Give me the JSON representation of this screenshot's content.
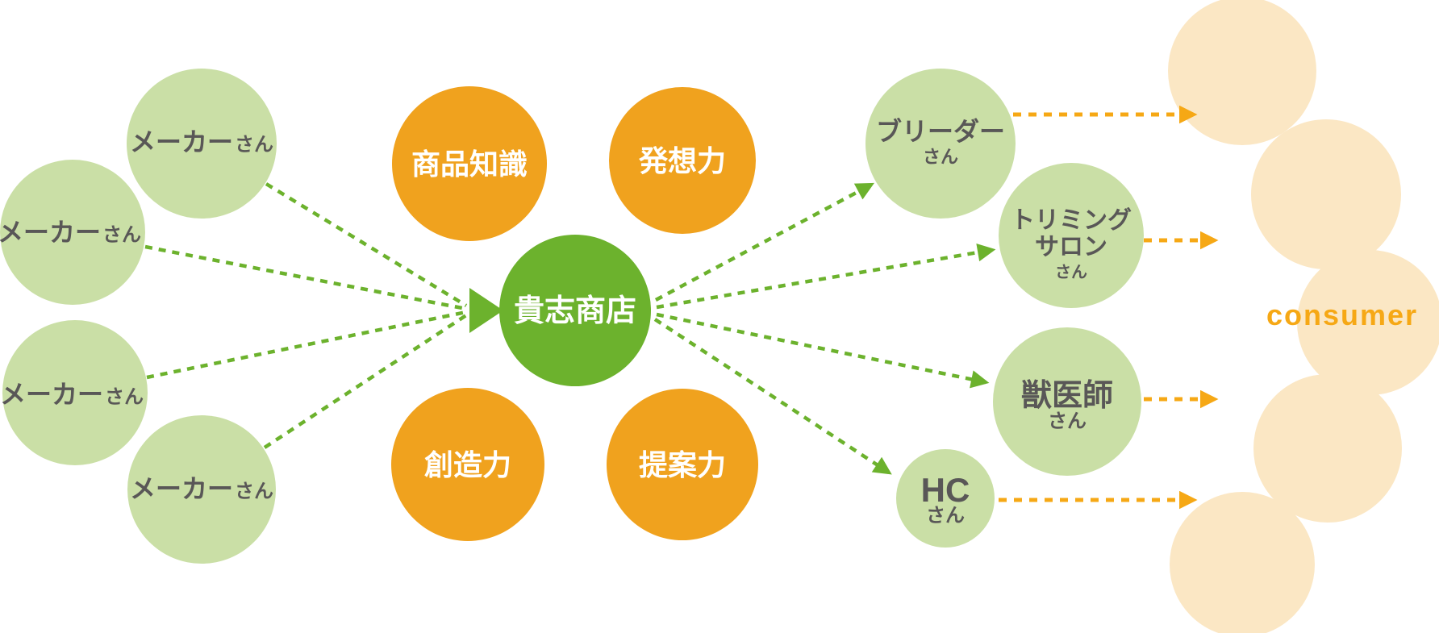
{
  "colors": {
    "partner_green": "#cadfa6",
    "center_green": "#6cb22d",
    "arrow_green": "#6cb22d",
    "skill_orange": "#f0a21e",
    "consumer_cream": "#fbe7c4",
    "arrow_orange": "#f6a815",
    "label_gray": "#595757",
    "label_white": "#ffffff"
  },
  "suppliers": [
    {
      "name": "メーカー",
      "suffix": "さん"
    },
    {
      "name": "メーカー",
      "suffix": "さん"
    },
    {
      "name": "メーカー",
      "suffix": "さん"
    },
    {
      "name": "メーカー",
      "suffix": "さん"
    }
  ],
  "skills": [
    {
      "name": "商品知識"
    },
    {
      "name": "発想力"
    },
    {
      "name": "創造力"
    },
    {
      "name": "提案力"
    }
  ],
  "center": {
    "name": "貴志商店"
  },
  "customers": {
    "breeder": {
      "name": "ブリーダー",
      "suffix": "さん"
    },
    "trimming_salon": {
      "line1": "トリミング",
      "line2": "サロン",
      "suffix": "さん"
    },
    "veterinarian": {
      "name": "獣医師",
      "suffix": "さん"
    },
    "home_center": {
      "name": "HC",
      "suffix": "さん"
    }
  },
  "consumer": {
    "label": "consumer"
  }
}
